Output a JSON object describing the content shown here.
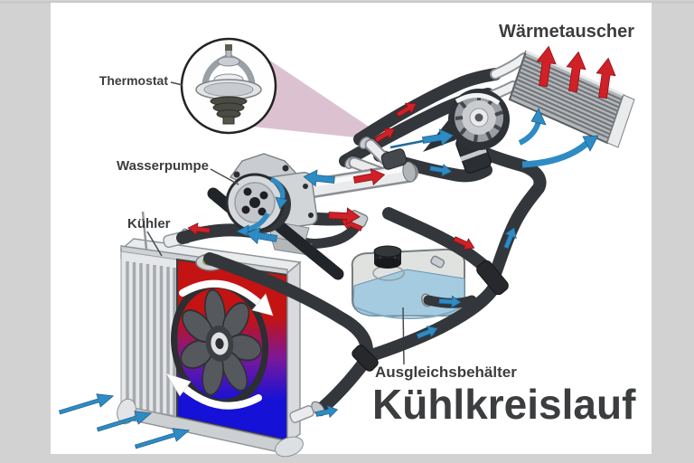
{
  "diagram": {
    "title": "Kühlkreislauf",
    "labels": {
      "thermostat": "Thermostat",
      "wasserpumpe": "Wasserpumpe",
      "kuehler": "Kühler",
      "waermetauscher": "Wärmetauscher",
      "ausgleichsbehaelter": "Ausgleichsbehälter"
    },
    "colors": {
      "letterbox": "#d2d2d2",
      "canvas": "#ffffff",
      "label_text": "#3b3d3f",
      "hose": "#33363b",
      "arrow_hot": "#cf2127",
      "arrow_cold": "#2e8bc4",
      "coolant_hot": "#c41313",
      "coolant_mid": "#7a189c",
      "coolant_cold": "#1511d6",
      "tank_fluid": "#a4cbe0",
      "cone": "#dcc2d0",
      "metal_light": "#e9ebec",
      "metal_mid": "#c9ccd0",
      "fan_dark": "#55585d"
    }
  }
}
